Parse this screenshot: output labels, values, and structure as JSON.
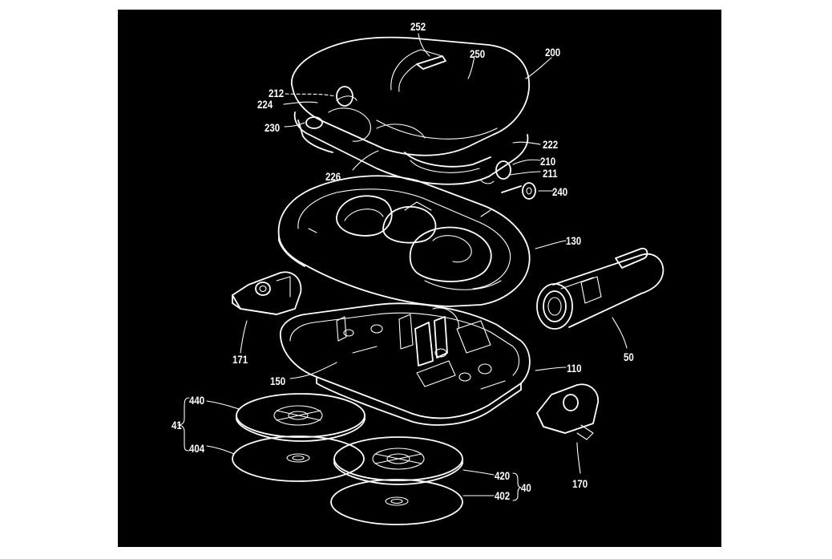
{
  "colors": {
    "background": "#000000",
    "line": "#ffffff",
    "page": "#ffffff"
  },
  "labels": {
    "r252": "252",
    "r250": "250",
    "r200": "200",
    "r212": "212",
    "r224": "224",
    "r230": "230",
    "r222": "222",
    "r210": "210",
    "r211": "211",
    "r226": "226",
    "r240": "240",
    "r130": "130",
    "r171": "171",
    "r50": "50",
    "r150": "150",
    "r110": "110",
    "r440": "440",
    "r41": "41",
    "r404": "404",
    "r420": "420",
    "r40": "40",
    "r402": "402",
    "r170": "170"
  }
}
